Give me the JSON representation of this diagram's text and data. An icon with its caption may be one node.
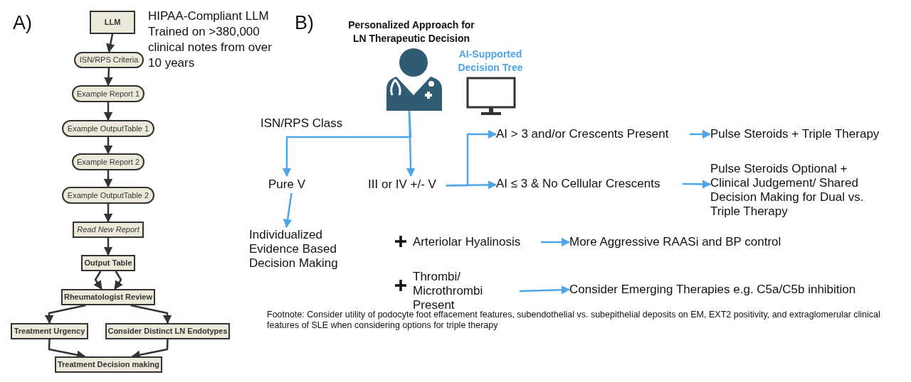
{
  "diagram": {
    "nodes": [
      {
        "text": [
          "LLM"
        ]
      },
      {
        "text": [
          "ISN/RPS Criteria"
        ]
      },
      {
        "text": [
          "Example Report 1"
        ]
      },
      {
        "text": [
          "Example OutputTable 1"
        ]
      },
      {
        "text": [
          "Example Report 2"
        ]
      },
      {
        "text": [
          "Example OutputTable 2"
        ]
      },
      {
        "text": [
          "Read New Report"
        ]
      },
      {
        "text": [
          "Output Table"
        ]
      },
      {
        "text": [
          "Rheumatologist Review"
        ]
      },
      {
        "text": [
          "Treatment Urgency"
        ]
      },
      {
        "text": [
          "Consider Distinct LN Endotypes"
        ]
      },
      {
        "text": [
          "Treatment Decision making"
        ]
      },
      {
        "text": [],
        "shape": "person"
      },
      {
        "text": [
          "Pure V"
        ]
      },
      {
        "text": [
          "III or IV +/- V"
        ]
      },
      {
        "text": [
          "Individualized Evidence Based Decision Making"
        ]
      },
      {
        "text": [
          "AI > 3 and/or Crescents Present"
        ]
      },
      {
        "text": [
          "Pulse Steroids + Triple Therapy"
        ]
      },
      {
        "text": [
          "AI ≤ 3 & No Cellular Crescents"
        ]
      },
      {
        "text": [
          "Pulse Steroids Optional + Clinical Judgement/ Shared Decision Making for Dual vs. Triple Therapy"
        ]
      },
      {
        "text": [
          "Arteriolar Hyalinosis"
        ]
      },
      {
        "text": [
          "More Aggressive RAASi and BP control"
        ]
      },
      {
        "text": [
          "Thrombi/ Microthrombi Present"
        ]
      },
      {
        "text": [
          "Consider Emerging Therapies e.g. C5a/C5b inhibition"
        ]
      }
    ],
    "edges": [
      {
        "from": 0,
        "to": 1,
        "arrow": "to"
      },
      {
        "from": 1,
        "to": 2,
        "arrow": "to"
      },
      {
        "from": 2,
        "to": 3,
        "arrow": "to"
      },
      {
        "from": 3,
        "to": 4,
        "arrow": "to"
      },
      {
        "from": 4,
        "to": 5,
        "arrow": "to"
      },
      {
        "from": 5,
        "to": 6,
        "arrow": "to"
      },
      {
        "from": 6,
        "to": 7,
        "arrow": "to"
      },
      {
        "from": 7,
        "to": 8,
        "arrow": "to"
      },
      {
        "from": 7,
        "to": 8,
        "arrow": "to"
      },
      {
        "from": 8,
        "to": 9,
        "arrow": "to"
      },
      {
        "from": 8,
        "to": 10,
        "arrow": "to"
      },
      {
        "from": 9,
        "to": 11,
        "arrow": "to"
      },
      {
        "from": 10,
        "to": 11,
        "arrow": "to"
      },
      {
        "from": 12,
        "to": 13,
        "arrow": "to",
        "color": "#4ea5e8"
      },
      {
        "from": 12,
        "to": 14,
        "arrow": "to",
        "color": "#4ea5e8"
      },
      {
        "from": 14,
        "to": 16,
        "arrow": "to",
        "color": "#4ea5e8"
      },
      {
        "from": 14,
        "to": 18,
        "arrow": "to",
        "color": "#4ea5e8"
      },
      {
        "from": 16,
        "to": 17,
        "arrow": "to",
        "color": "#4ea5e8"
      },
      {
        "from": 18,
        "to": 19,
        "arrow": "to",
        "color": "#4ea5e8"
      },
      {
        "from": 13,
        "to": 15,
        "arrow": "to",
        "color": "#4ea5e8"
      },
      {
        "from": 20,
        "to": 21,
        "arrow": "to",
        "color": "#4ea5e8"
      },
      {
        "from": 22,
        "to": 23,
        "arrow": "to",
        "color": "#4ea5e8"
      }
    ],
    "labels": [
      "A)",
      "HIPAA-Compliant LLM Trained on >380,000 clinical notes from over 10 years",
      "B)",
      "Personalized Approach for LN Therapeutic Decision",
      "AI-Supported Decision Tree",
      "ISN/RPS Class",
      "Footnote: Consider utility of podocyte foot effacement features, subendothelial vs. subepithelial deposits on EM, EXT2 positivity, and extraglomerular clinical features of SLE when considering options for triple therapy"
    ]
  }
}
